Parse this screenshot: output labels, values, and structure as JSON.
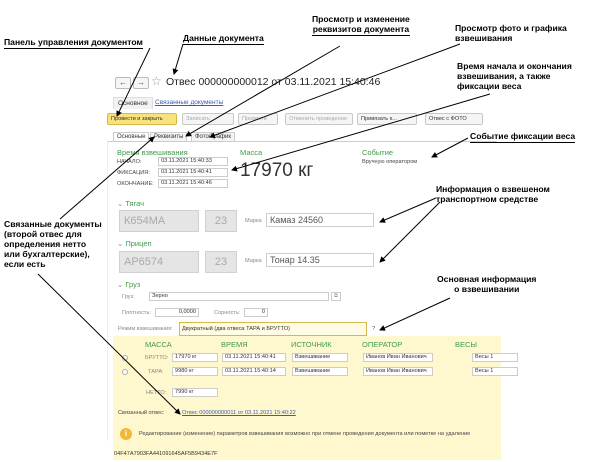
{
  "callouts": {
    "doc_panel": "Панель управления документом",
    "doc_data": "Данные документа",
    "view_edit_line1": "Просмотр и изменение",
    "view_edit_line2": "реквизитов документа",
    "photo_line1": "Просмотр фото и графика",
    "photo_line2": "взвешивания",
    "time_line1": "Время начала и окончания",
    "time_line2": "взвешивания, а также",
    "time_line3": "фиксации веса",
    "event": "Событие фиксации веса",
    "vehicle_line1": "Информация о взвешеном",
    "vehicle_line2": "транспортном средстве",
    "main_info_line1": "Основная информация",
    "main_info_line2": "о взвешивании",
    "related_line1": "Связанные документы",
    "related_line2": "(второй отвес для",
    "related_line3": "определения нетто",
    "related_line4": "или бухгалтерские),",
    "related_line5": "если есть"
  },
  "header": {
    "back": "←",
    "forward": "→",
    "star": "☆",
    "title": "Отвес 000000000012 от 03.11.2021 15:40:46"
  },
  "main_tabs": {
    "main": "Основное",
    "linked": "Связанные документы"
  },
  "toolbar": {
    "post_close": "Провести и закрыть",
    "write": "Записать",
    "post": "Провести",
    "cancel_post": "Отменить проведение",
    "attach": "Привязать к...",
    "photo": "Отвес с ФОТО"
  },
  "subtabs": {
    "main": "Основные",
    "requisites": "Реквизиты",
    "photo": "Фото/График"
  },
  "weighing_time": {
    "heading": "Время взвешивания",
    "start_label": "НАЧАЛО:",
    "start_value": "03.11.2021 15:40:33",
    "fix_label": "ФИКСАЦИЯ:",
    "fix_value": "03.11.2021 15:40:41",
    "end_label": "ОКОНЧАНИЕ:",
    "end_value": "03.11.2021 15:40:46"
  },
  "mass": {
    "heading": "Масса",
    "value": "17970 кг"
  },
  "event": {
    "heading": "Событие",
    "value": "Вручную оператором"
  },
  "tractor": {
    "heading": "Тягач",
    "plate": "К654МА",
    "region": "23",
    "brand_label": "Марка",
    "brand": "Камаз 24560"
  },
  "trailer": {
    "heading": "Прицеп",
    "plate": "АР6574",
    "region": "23",
    "brand_label": "Марка",
    "brand": "Тонар 14.35"
  },
  "cargo": {
    "heading": "Груз",
    "cargo_label": "Груз:",
    "cargo_value": "Зерно",
    "density_label": "Плотность:",
    "density_value": "0,0000",
    "grade_label": "Сорность:",
    "grade_value": "0"
  },
  "mode": {
    "label": "Режим взвешивания:",
    "value": "Двукратный (два отвеса ТАРА и БРУТТО)",
    "help": "?"
  },
  "table": {
    "col_mass": "МАССА",
    "col_time": "ВРЕМЯ",
    "col_source": "ИСТОЧНИК",
    "col_operator": "ОПЕРАТОР",
    "col_scales": "ВЕСЫ",
    "brutto_label": "БРУТТО:",
    "brutto_mass": "17970 кг",
    "brutto_time": "03.11.2021 15:40:41",
    "brutto_source": "Взвешивание",
    "brutto_operator": "Иванов Иван Иванович",
    "brutto_scales": "Весы 1",
    "tara_label": "ТАРА:",
    "tara_mass": "9980 кг",
    "tara_time": "03.11.2021 15:40:14",
    "tara_source": "Взвешивание",
    "tara_operator": "Иванов Иван Иванович",
    "tara_scales": "Весы 1",
    "netto_label": "НЕТТО:",
    "netto_mass": "7990 кг"
  },
  "linked": {
    "label": "Связанный отвес:",
    "value": "Отвес 000000000011 от 03.11.2021 15:40:22"
  },
  "notice": {
    "icon": "i",
    "text": "Редактирование (изменение) параметров взвешивания возможно при отмене проведения документа или пометке на удаление"
  },
  "hash": "04F47A7903FA441091645AF5B9434E7F"
}
